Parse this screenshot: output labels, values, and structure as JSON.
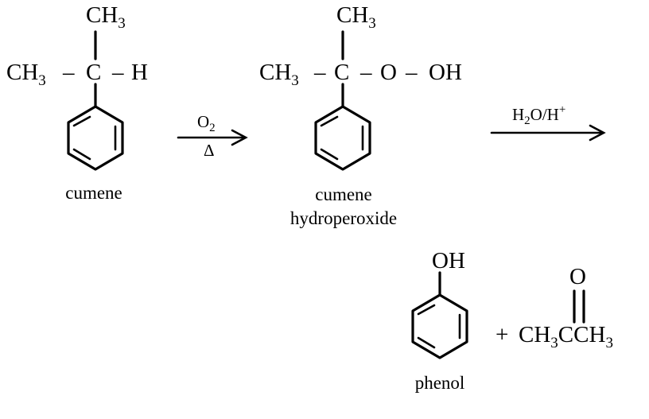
{
  "cumene": {
    "ch3_top": {
      "main": "CH",
      "sub": "3"
    },
    "ch3_left": {
      "main": "CH",
      "sub": "3"
    },
    "dash_left": "–",
    "carbon": "C",
    "dash_right": "–",
    "hydrogen": "H",
    "name": "cumene"
  },
  "step1": {
    "reagent": {
      "main": "O",
      "sub": "2"
    },
    "condition": "Δ"
  },
  "hydroperoxide": {
    "ch3_top": {
      "main": "CH",
      "sub": "3"
    },
    "ch3_left": {
      "main": "CH",
      "sub": "3"
    },
    "dash1": "–",
    "carbon": "C",
    "dash2": "–",
    "oxygen": "O",
    "dash3": "–",
    "hydroxyl": "OH",
    "name_line1": "cumene",
    "name_line2": "hydroperoxide"
  },
  "step2": {
    "reagent": {
      "water": "H",
      "water_sub": "2",
      "rest": "O/H",
      "sup": "+"
    }
  },
  "phenol": {
    "group": "OH",
    "name": "phenol"
  },
  "acetone": {
    "plus": "+",
    "oxygen": "O",
    "formula": {
      "a": "CH",
      "a_sub": "3",
      "b": "CCH",
      "b_sub": "3"
    }
  }
}
